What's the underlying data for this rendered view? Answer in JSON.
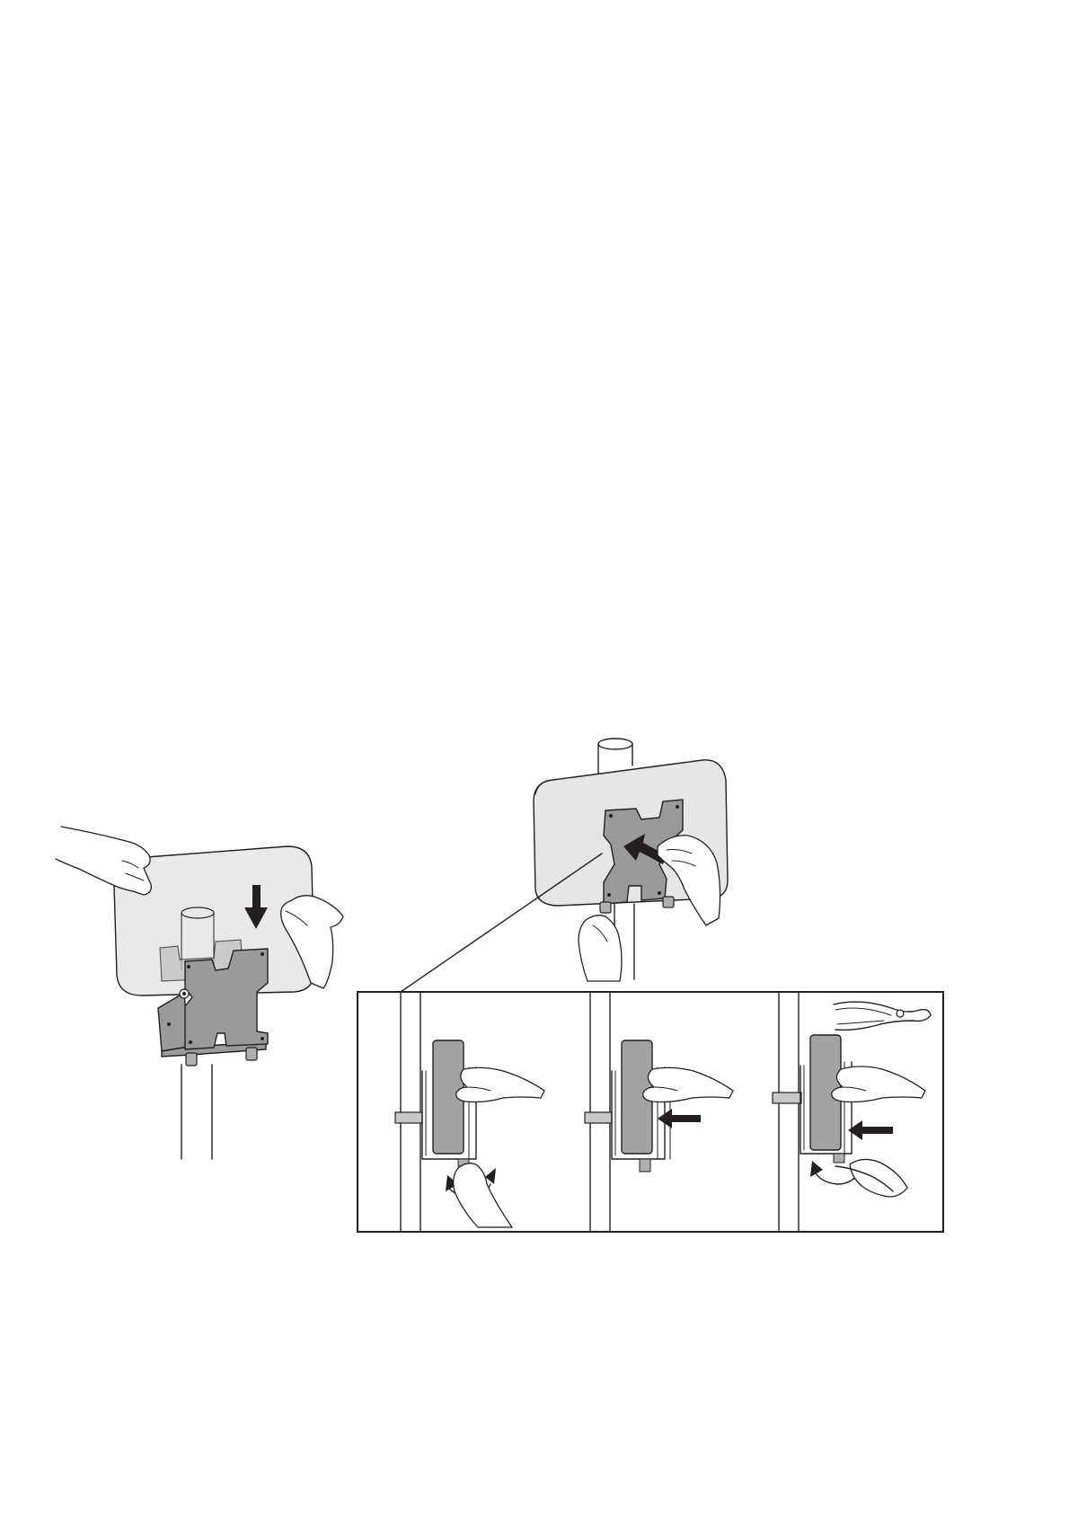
{
  "figures": [
    {
      "name": "step-slide-bracket-onto-pole"
    },
    {
      "name": "step-attach-device-to-bracket"
    },
    {
      "name": "detail-tighten-screw"
    },
    {
      "name": "detail-push-device-in"
    },
    {
      "name": "detail-tighten-with-pliers"
    }
  ]
}
